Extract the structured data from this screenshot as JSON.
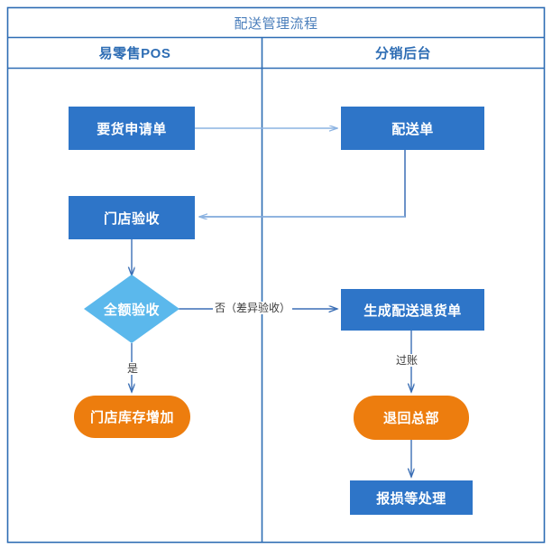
{
  "diagram": {
    "title": "配送管理流程",
    "lanes": [
      {
        "id": "lane-pos",
        "label": "易零售POS"
      },
      {
        "id": "lane-backend",
        "label": "分销后台"
      }
    ],
    "colors": {
      "border": "#2E6DB4",
      "title_text": "#4A7EBB",
      "lane_title_text": "#2E6DB4",
      "process_fill": "#2E75C8",
      "decision_fill": "#5BB8EC",
      "terminator_fill": "#ED7D0E",
      "connector": "#8CB3E2",
      "connector_dark": "#2E6DB4",
      "label_text": "#3B3B3B",
      "background": "#FFFFFF"
    },
    "nodes": [
      {
        "id": "req-order",
        "label": "要货申请单",
        "shape": "rect",
        "lane": "lane-pos"
      },
      {
        "id": "delivery-order",
        "label": "配送单",
        "shape": "rect",
        "lane": "lane-backend"
      },
      {
        "id": "store-accept",
        "label": "门店验收",
        "shape": "rect",
        "lane": "lane-pos"
      },
      {
        "id": "full-accept",
        "label": "全额验收",
        "shape": "diamond",
        "lane": "lane-pos"
      },
      {
        "id": "return-order",
        "label": "生成配送退货单",
        "shape": "rect",
        "lane": "lane-backend"
      },
      {
        "id": "stock-increase",
        "label": "门店库存增加",
        "shape": "pill",
        "lane": "lane-pos"
      },
      {
        "id": "return-hq",
        "label": "退回总部",
        "shape": "pill",
        "lane": "lane-backend"
      },
      {
        "id": "loss-handling",
        "label": "报损等处理",
        "shape": "rect",
        "lane": "lane-backend"
      }
    ],
    "edges": [
      {
        "id": "e1",
        "from": "req-order",
        "to": "delivery-order",
        "label": ""
      },
      {
        "id": "e2",
        "from": "delivery-order",
        "to": "store-accept",
        "label": ""
      },
      {
        "id": "e3",
        "from": "store-accept",
        "to": "full-accept",
        "label": ""
      },
      {
        "id": "e4",
        "from": "full-accept",
        "to": "return-order",
        "label": "否（差异验收）"
      },
      {
        "id": "e5",
        "from": "full-accept",
        "to": "stock-increase",
        "label": "是"
      },
      {
        "id": "e6",
        "from": "return-order",
        "to": "return-hq",
        "label": "过账"
      },
      {
        "id": "e7",
        "from": "return-hq",
        "to": "loss-handling",
        "label": ""
      }
    ],
    "edge_labels": {
      "no_diff_accept": "否（差异验收）",
      "yes": "是",
      "post": "过账"
    }
  }
}
